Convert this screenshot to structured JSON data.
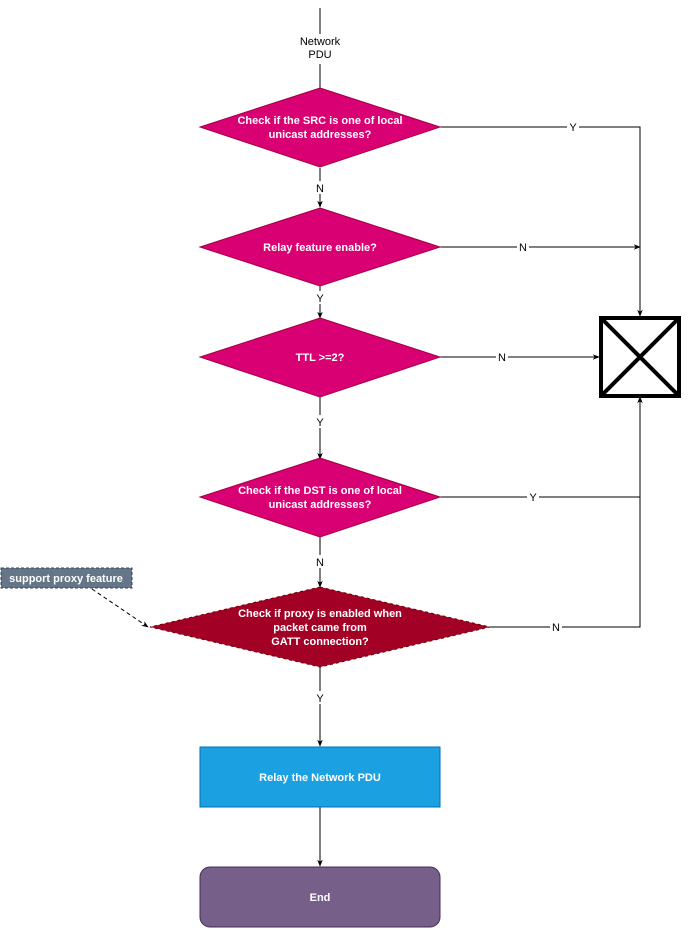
{
  "diagram": {
    "colors": {
      "decision": "#d80073",
      "decision_border": "#a50040",
      "proxy_decision": "#a20025",
      "proxy_border": "#6f0000",
      "process": "#1ba1e2",
      "process_border": "#006eaf",
      "end": "#76608a",
      "end_border": "#432d57",
      "note": "#647687",
      "note_border": "#314354"
    },
    "input_label": [
      "Network",
      "PDU"
    ],
    "decisions": [
      {
        "id": "src",
        "lines": [
          "Check if the SRC is one of local",
          "unicast addresses?"
        ],
        "exit_label": "Y",
        "down_label": "N"
      },
      {
        "id": "relay",
        "lines": [
          "Relay feature enable?"
        ],
        "exit_label": "N",
        "down_label": "Y"
      },
      {
        "id": "ttl",
        "lines": [
          "TTL >=2?"
        ],
        "exit_label": "N",
        "down_label": "Y"
      },
      {
        "id": "dst",
        "lines": [
          "Check if the DST is one of local",
          "unicast addresses?"
        ],
        "exit_label": "Y",
        "down_label": "N"
      },
      {
        "id": "proxy",
        "lines": [
          "Check if proxy is enabled when",
          "packet came from",
          "GATT connection?"
        ],
        "exit_label": "N",
        "down_label": "Y"
      }
    ],
    "process": {
      "label": "Relay the Network PDU"
    },
    "end": {
      "label": "End"
    },
    "note": {
      "label": "support proxy feature"
    },
    "drop_symbol": "drop-x-box"
  }
}
